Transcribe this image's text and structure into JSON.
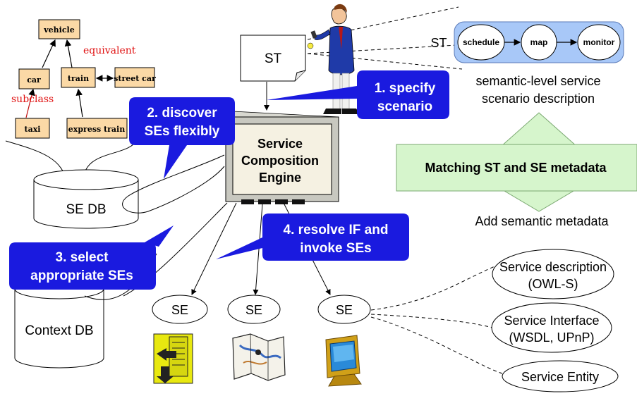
{
  "ontology": {
    "vehicle": "vehicle",
    "car": "car",
    "train": "train",
    "streetcar": "street car",
    "taxi": "taxi",
    "express_train": "express train",
    "equivalent_label": "equivalent",
    "subclass_label": "subclass"
  },
  "scenario": {
    "st_doc_label": "ST",
    "st_label": "ST",
    "steps": [
      "schedule",
      "map",
      "monitor"
    ],
    "description_line1": "semantic-level service",
    "description_line2": "scenario description"
  },
  "callouts": {
    "specify": [
      "1. specify",
      "scenario"
    ],
    "discover": [
      "2. discover",
      "SEs flexibly"
    ],
    "select": [
      "3. select",
      "appropriate SEs"
    ],
    "resolve": [
      "4. resolve  IF and",
      "invoke SEs"
    ]
  },
  "engine": {
    "lines": [
      "Service",
      "Composition",
      "Engine"
    ]
  },
  "databases": {
    "se_db": "SE DB",
    "context_db": "Context DB"
  },
  "matching": {
    "label": "Matching ST and SE metadata",
    "add_label": "Add semantic metadata"
  },
  "services": {
    "se1": "SE",
    "se2": "SE",
    "se3": "SE"
  },
  "metadata": {
    "description": [
      "Service description",
      "(OWL-S)"
    ],
    "interface": [
      "Service Interface",
      "(WSDL, UPnP)"
    ],
    "entity": "Service Entity"
  },
  "icons": [
    "document-tray-icon",
    "map-icon",
    "monitor-icon",
    "businessman-icon"
  ],
  "colors": {
    "callout_blue": "#1a1adf",
    "onto_box": "#fbd9a6",
    "scenario_bg": "#a8c8f8",
    "matching_green": "#d6f5cc",
    "engine_bg": "#f5f1e2",
    "label_red": "#e01010"
  }
}
